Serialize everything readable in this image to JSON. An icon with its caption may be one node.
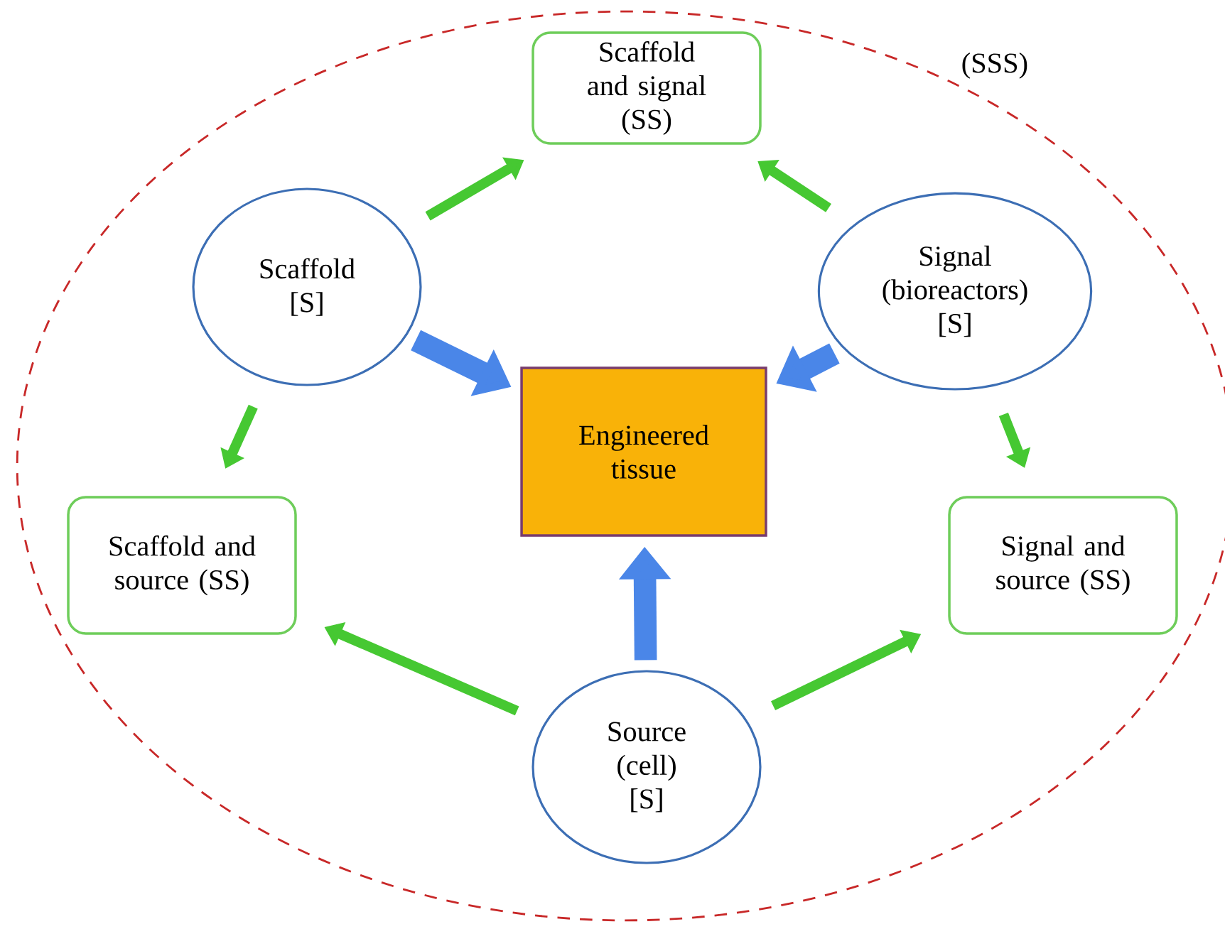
{
  "diagram": {
    "nodes": [
      {
        "text": [
          "(SSS)"
        ]
      },
      {
        "text": [
          "Scaffold and signal (SS)"
        ],
        "in": 0
      },
      {
        "text": [
          "Scaffold [S]"
        ],
        "in": 0
      },
      {
        "text": [
          "Signal (bioreactors) [S]"
        ],
        "in": 0
      },
      {
        "text": [
          "Engineered tissue"
        ],
        "in": 0
      },
      {
        "text": [
          "Scaffold and source (SS)"
        ],
        "in": 0
      },
      {
        "text": [
          "Signal and source (SS)"
        ],
        "in": 0
      },
      {
        "text": [
          "Source (cell) [S]"
        ],
        "in": 0
      }
    ],
    "edges": [
      {
        "from": 2,
        "to": 1,
        "arrow": "to"
      },
      {
        "from": 3,
        "to": 1,
        "arrow": "to"
      },
      {
        "from": 2,
        "to": 4,
        "arrow": "to",
        "style": "thick",
        "color": "#4a86e8"
      },
      {
        "from": 3,
        "to": 4,
        "arrow": "to",
        "style": "thick",
        "color": "#4a86e8"
      },
      {
        "from": 7,
        "to": 4,
        "arrow": "to",
        "style": "thick",
        "color": "#4a86e8"
      },
      {
        "from": 2,
        "to": 5,
        "arrow": "to"
      },
      {
        "from": 3,
        "to": 6,
        "arrow": "to"
      },
      {
        "from": 7,
        "to": 5,
        "arrow": "to"
      },
      {
        "from": 7,
        "to": 6,
        "arrow": "to"
      }
    ]
  }
}
